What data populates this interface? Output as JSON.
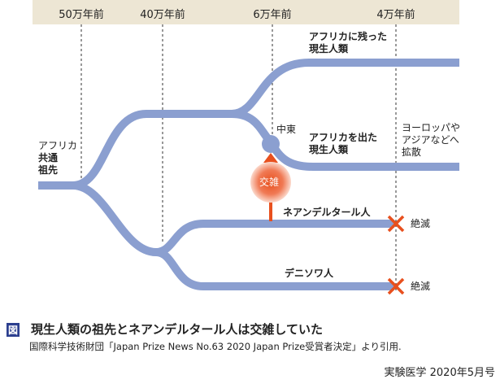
{
  "timeline": [
    "50万年前",
    "40万年前",
    "6万年前",
    "4万年前"
  ],
  "labels": {
    "ancestor": [
      "アフリカ",
      "共通",
      "祖先"
    ],
    "africa_remain": [
      "アフリカに残った",
      "現生人類"
    ],
    "middle_east": "中東",
    "africa_left": [
      "アフリカを出た",
      "現生人類"
    ],
    "spread": [
      "ヨーロッパや",
      "アジアなどへ",
      "拡散"
    ],
    "interbreeding": "交雑",
    "neanderthal": "ネアンデルタール人",
    "denisovan": "デニソワ人",
    "extinct1": "絶滅",
    "extinct2": "絶滅"
  },
  "caption": {
    "fig_label": "図",
    "title": "現生人類の祖先とネアンデルタール人は交雑していた",
    "source": "国際科学技術財団「Japan Prize News No.63 2020 Japan Prize受賞者決定」より引用.",
    "journal": "実験医学 2020年5月号"
  },
  "colors": {
    "lineage": "#8b9fd0",
    "accent": "#e8501e",
    "header": "#ede6d4",
    "fig": "#2c3f8f"
  }
}
